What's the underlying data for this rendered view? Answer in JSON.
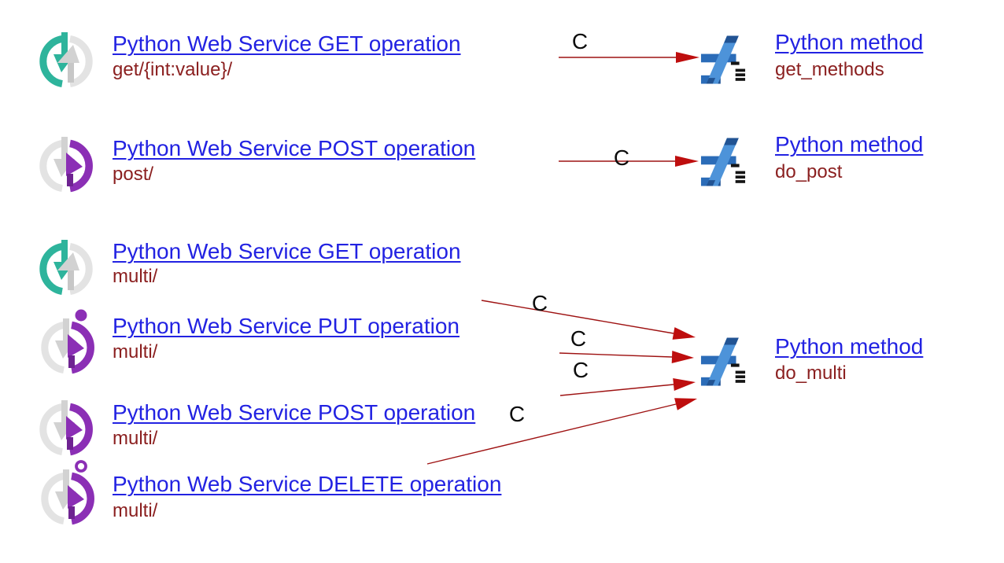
{
  "diagram": {
    "background": "#ffffff",
    "colors": {
      "link_blue": "#2222e2",
      "identifier_maroon": "#8b2020",
      "edge_red": "#9e1212",
      "arrowhead_red": "#be0e0e",
      "get_teal": "#2eb49c",
      "post_purple": "#8b2fb5",
      "neutral_gray": "#e3e3e3",
      "method_blue_light": "#4d93d9",
      "method_blue_dark": "#2b6cb8"
    }
  },
  "entities": [
    {
      "id": "ws-get-1",
      "type": "web-service-get-operation",
      "title": "Python Web Service GET operation",
      "subtitle": "get/{int:value}/"
    },
    {
      "id": "ws-post-1",
      "type": "web-service-post-operation",
      "title": "Python Web Service POST operation",
      "subtitle": "post/"
    },
    {
      "id": "ws-get-2",
      "type": "web-service-get-operation",
      "title": "Python Web Service GET operation",
      "subtitle": "multi/"
    },
    {
      "id": "ws-put-1",
      "type": "web-service-put-operation",
      "title": "Python Web Service PUT operation",
      "subtitle": "multi/"
    },
    {
      "id": "ws-post-2",
      "type": "web-service-post-operation",
      "title": "Python Web Service POST operation",
      "subtitle": "multi/"
    },
    {
      "id": "ws-delete-1",
      "type": "web-service-delete-operation",
      "title": "Python Web Service DELETE operation",
      "subtitle": "multi/"
    },
    {
      "id": "method-get_methods",
      "type": "python-method",
      "title": "Python method",
      "subtitle": "get_methods"
    },
    {
      "id": "method-do_post",
      "type": "python-method",
      "title": "Python method",
      "subtitle": "do_post"
    },
    {
      "id": "method-do_multi",
      "type": "python-method",
      "title": "Python method",
      "subtitle": "do_multi"
    }
  ],
  "edges": [
    {
      "label": "C",
      "from": "ws-get-1",
      "to": "method-get_methods"
    },
    {
      "label": "C",
      "from": "ws-post-1",
      "to": "method-do_post"
    },
    {
      "label": "C",
      "from": "ws-get-2",
      "to": "method-do_multi"
    },
    {
      "label": "C",
      "from": "ws-put-1",
      "to": "method-do_multi"
    },
    {
      "label": "C",
      "from": "ws-post-2",
      "to": "method-do_multi"
    },
    {
      "label": "C",
      "from": "ws-delete-1",
      "to": "method-do_multi"
    }
  ]
}
